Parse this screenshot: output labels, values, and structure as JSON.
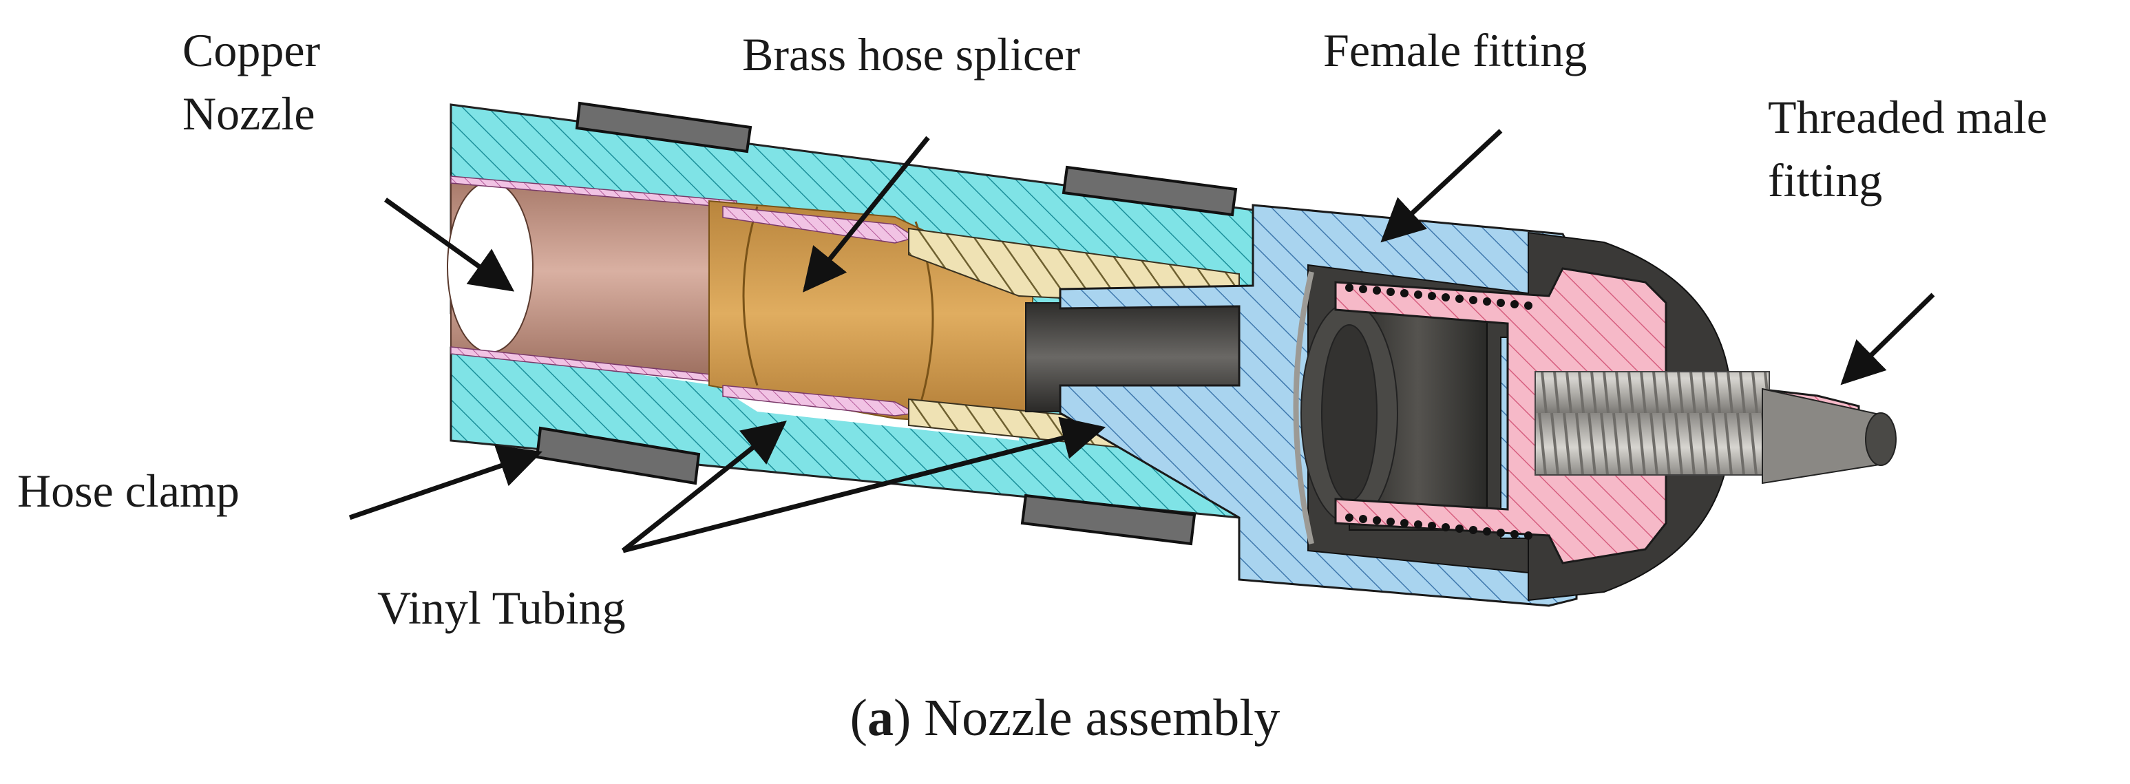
{
  "labels": {
    "copper_nozzle_line1": "Copper",
    "copper_nozzle_line2": "Nozzle",
    "brass_hose_splicer": "Brass hose splicer",
    "female_fitting": "Female fitting",
    "threaded_male_line1": "Threaded male",
    "threaded_male_line2": "fitting",
    "hose_clamp": "Hose clamp",
    "vinyl_tubing": "Vinyl Tubing"
  },
  "caption": {
    "letter_open": "(",
    "letter": "a",
    "letter_close": ")",
    "text": " Nozzle assembly"
  },
  "colors": {
    "vinyl_hatch_bg": "#7fe3e6",
    "vinyl_hatch_line": "#1c8f9a",
    "female_fitting_bg": "#a9d4ef",
    "female_fitting_line": "#3f78ad",
    "male_fitting_bg": "#f6b9c8",
    "male_fitting_line": "#d65f80",
    "clamp_fill": "#6d6d6d",
    "copper": "#c69682",
    "brass": "#d8a358",
    "steel_dark": "#3e3d3b"
  }
}
